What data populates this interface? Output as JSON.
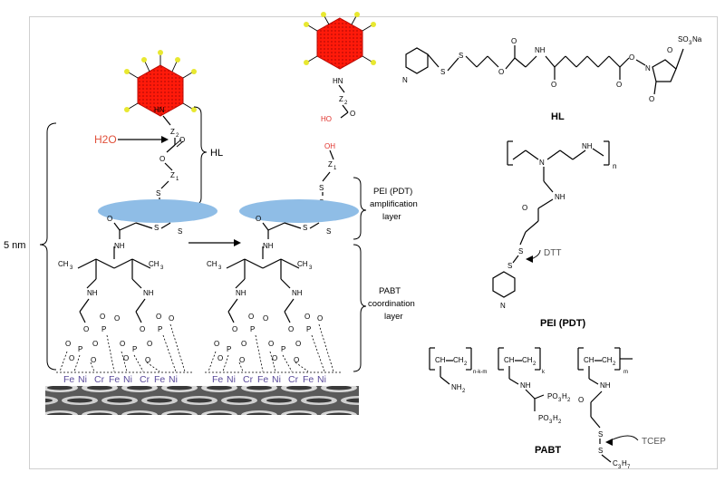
{
  "labels": {
    "h2o": "H2O",
    "hl_side": "HL",
    "five_nm": "5 nm",
    "pei_amp": [
      "PEI (PDT)",
      "amplification",
      "layer"
    ],
    "pabt_coord": [
      "PABT",
      "coordination",
      "layer"
    ],
    "metals_left": [
      "Fe",
      "Ni",
      "Cr",
      "Fe",
      "Ni",
      "Cr",
      "Fe",
      "Ni"
    ],
    "metals_right": [
      "Fe",
      "Ni",
      "Cr",
      "Fe",
      "Ni",
      "Cr",
      "Fe",
      "Ni"
    ],
    "hl_title": "HL",
    "pei_title": "PEI (PDT)",
    "pabt_title": "PABT",
    "dtt": "DTT",
    "tcep": "TCEP"
  },
  "atoms": {
    "hn": "HN",
    "nh": "NH",
    "z2": "Z",
    "z2_sub": "2",
    "z1": "Z",
    "z1_sub": "1",
    "o": "O",
    "s": "S",
    "oh": "OH",
    "ho": "HO",
    "n": "N",
    "p": "P",
    "nh2": "NH",
    "nh2_sub": "2",
    "so3na": "SO",
    "so3na_sub": "3",
    "so3na_tail": "Na",
    "po3h2": "PO",
    "po3h2_sub": "3",
    "po3h2_h": "H",
    "po3h2_sub2": "2",
    "c3h7": "C",
    "c3h7_sub": "3",
    "c3h7_h": "H",
    "c3h7_sub2": "7",
    "ch": "CH",
    "ch2": "CH",
    "ch2_sub": "2",
    "ch3": "CH",
    "ch3_sub": "3",
    "n_sub": "n",
    "k_sub": "k",
    "m_sub": "m",
    "nkm_sub": "n-k-m"
  },
  "colors": {
    "nanoparticle": "#ff1a0a",
    "ligand_tip": "#e8e830",
    "pei_ellipse": "#8fbde6",
    "water": "#e0503a",
    "oh": "#e0302a",
    "metal": "#5a4a9a",
    "substrate_dark": "#2c2c2c",
    "substrate_light": "#c8c8c8"
  }
}
